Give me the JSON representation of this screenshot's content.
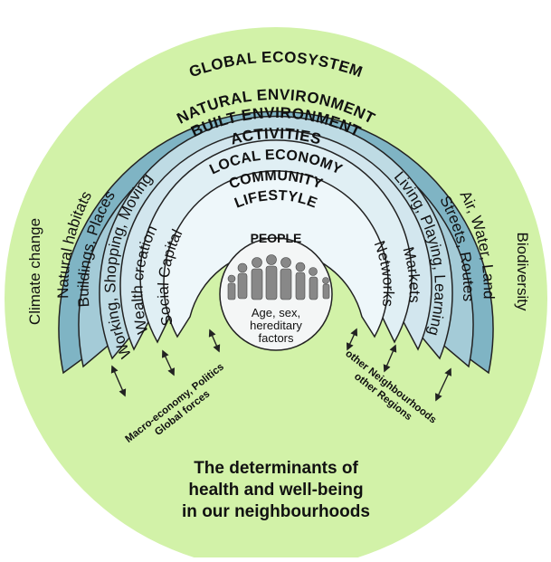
{
  "colors": {
    "background": "#ffffff",
    "outer_circle": "#d2f2a8",
    "natural_band": "#7fb4c4",
    "built_band": "#a4cbd7",
    "activities_band": "#bedbe4",
    "economy_band": "#d2e6ee",
    "community_band": "#e0eff4",
    "lifestyle_band": "#eef7fa",
    "people_disc": "#f4f6f6",
    "stroke": "#222222"
  },
  "global_ecosystem": {
    "title": "GLOBAL ECOSYSTEM",
    "left_label": "Climate change",
    "right_label": "Biodiversity"
  },
  "layers": [
    {
      "title": "NATURAL ENVIRONMENT",
      "left": "Natural habitats",
      "right": "Air, Water, Land"
    },
    {
      "title": "BUILT ENVIRONMENT",
      "left": "Buildings, Places",
      "right": "Streets, Routes"
    },
    {
      "title": "ACTIVITIES",
      "left": "Working, Shopping, Moving",
      "right": "Living, Playing, Learning"
    },
    {
      "title": "LOCAL ECONOMY",
      "left": "Wealth creation",
      "right": "Markets"
    },
    {
      "title": "COMMUNITY",
      "left": "Social Capital",
      "right": "Networks"
    },
    {
      "title": "LIFESTYLE"
    }
  ],
  "people": {
    "title": "PEOPLE",
    "lines": [
      "Age, sex,",
      "hereditary",
      "factors"
    ]
  },
  "links": {
    "left_lines": [
      "Macro-economy, Politics",
      "Global forces"
    ],
    "right_lines": [
      "other Neighbourhoods",
      "other Regions"
    ]
  },
  "bottom_title": [
    "The determinants of",
    "health and well-being",
    "in our neighbourhoods"
  ]
}
